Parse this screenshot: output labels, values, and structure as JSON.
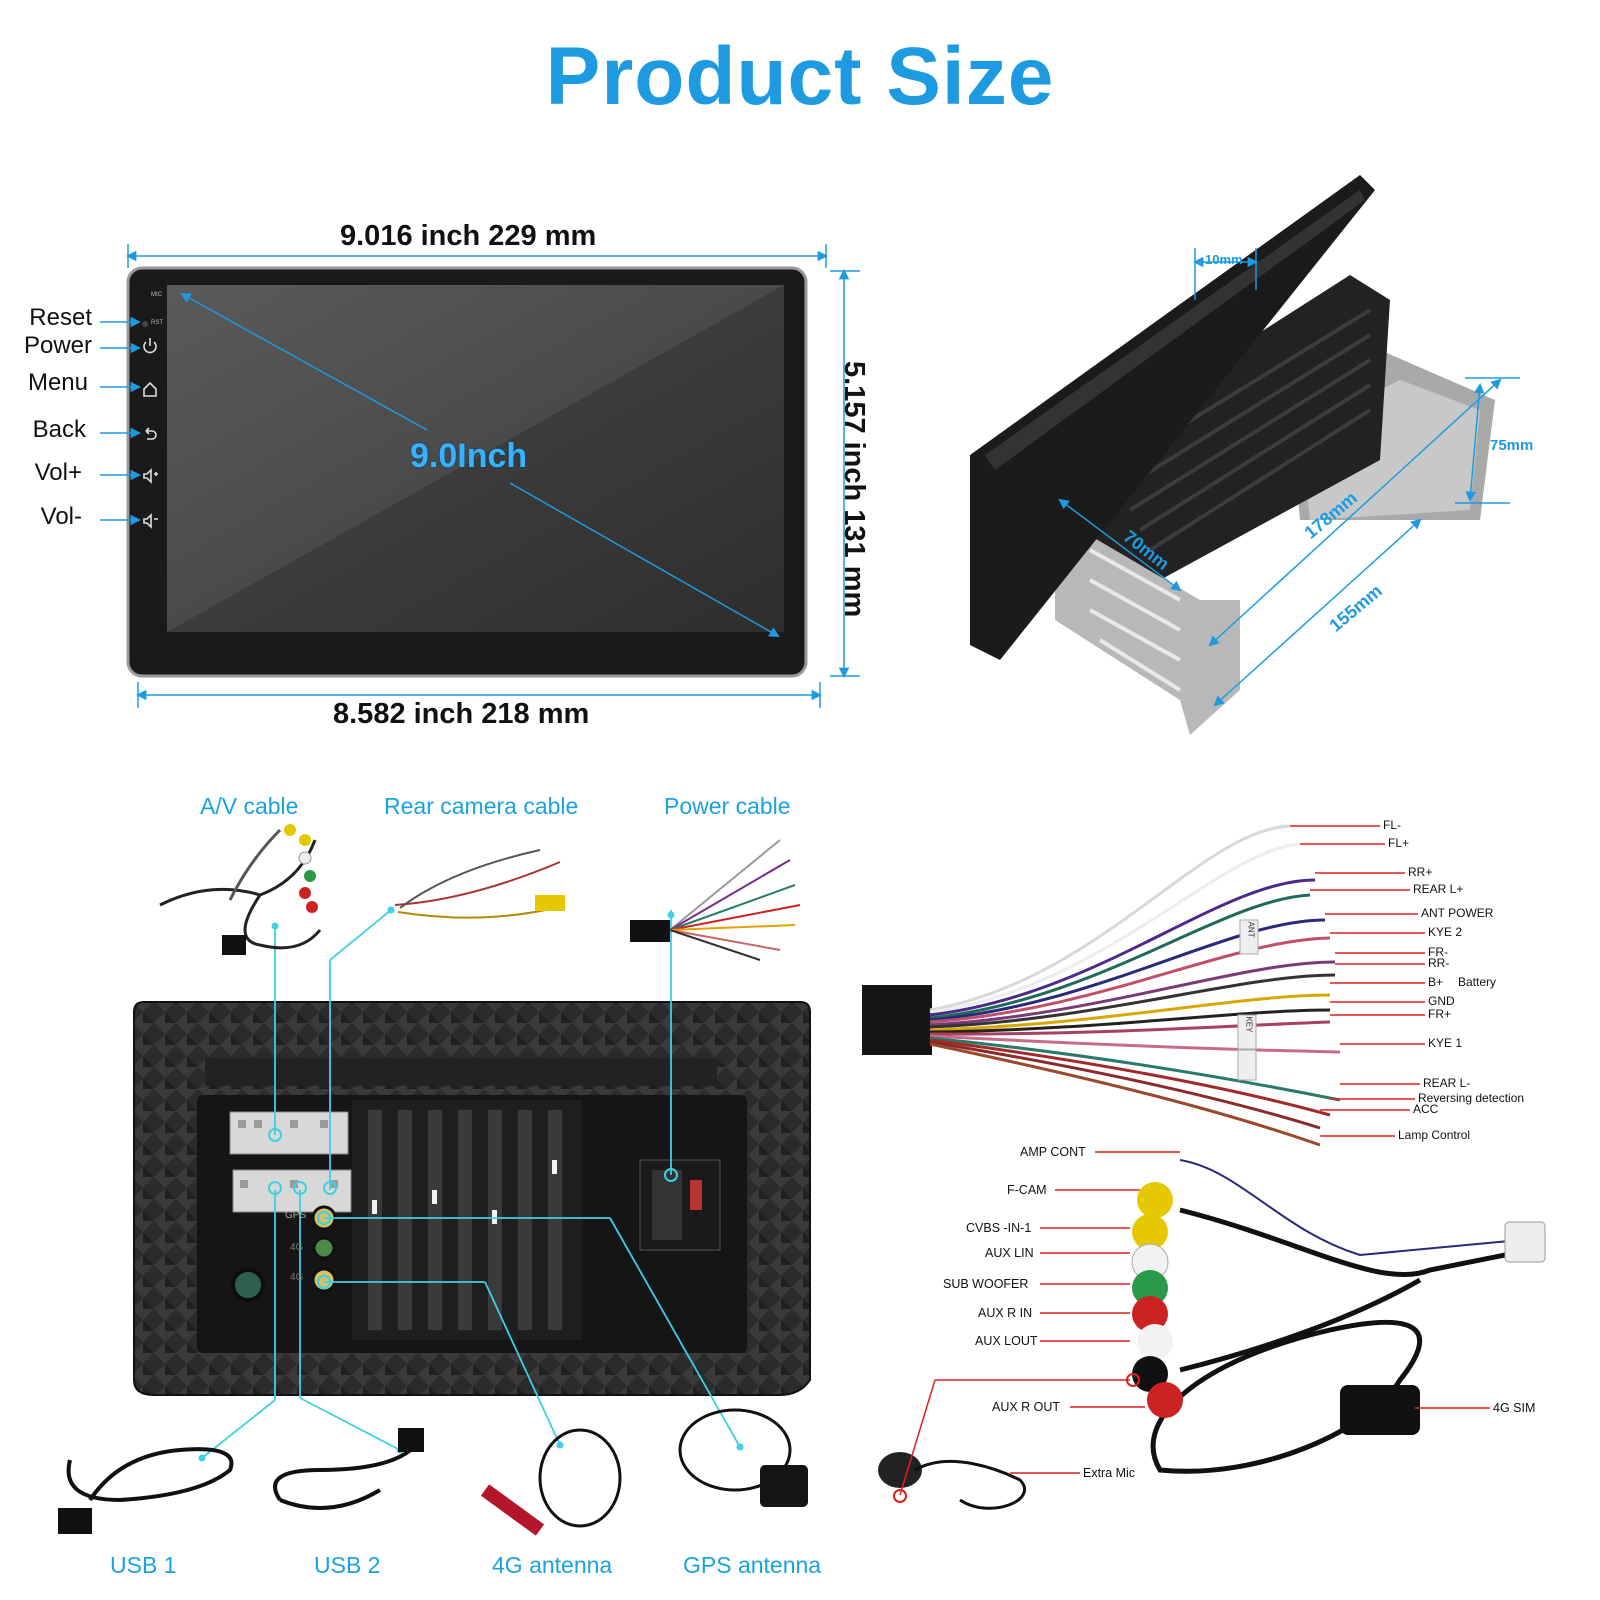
{
  "title": "Product Size",
  "dimensions": {
    "top_width": "9.016 inch 229 mm",
    "bottom_width": "8.582 inch 218 mm",
    "height": "5.157 inch 131 mm",
    "diagonal": "9.0Inch"
  },
  "panel_labels": {
    "mic": "MIC",
    "rst": "RST"
  },
  "side_buttons": [
    {
      "label": "Reset",
      "icon": "reset-dot-icon"
    },
    {
      "label": "Power",
      "icon": "power-icon"
    },
    {
      "label": "Menu",
      "icon": "home-icon"
    },
    {
      "label": "Back",
      "icon": "back-icon"
    },
    {
      "label": "Vol+",
      "icon": "volume-up-icon"
    },
    {
      "label": "Vol-",
      "icon": "volume-down-icon"
    }
  ],
  "side_view": {
    "d1": "10mm",
    "d2": "75mm",
    "d3": "178mm",
    "d4": "70mm",
    "d5": "155mm"
  },
  "cable_captions": {
    "av": "A/V cable",
    "rear_camera": "Rear camera cable",
    "power": "Power cable",
    "usb1": "USB 1",
    "usb2": "USB 2",
    "antenna_4g": "4G antenna",
    "gps": "GPS antenna"
  },
  "back_panel_labels": {
    "gps": "GPS",
    "g4": "4G",
    "g4b": "4G"
  },
  "power_wires": [
    "FL-",
    "FL+",
    "RR+",
    "REAR L+",
    "ANT POWER",
    "KYE 2",
    "FR-",
    "RR-",
    "B+",
    "Battery",
    "GND",
    "FR+",
    "KYE 1",
    "REAR L-",
    "Reversing detection",
    "ACC",
    "Lamp Control"
  ],
  "power_tags": {
    "ant": "ANT",
    "key": "KEY"
  },
  "av_wires": [
    "AMP CONT",
    "F-CAM",
    "CVBS -IN-1",
    "AUX LIN",
    "SUB WOOFER",
    "AUX R IN",
    "AUX LOUT",
    "AUX R OUT",
    "4G SIM",
    "Extra Mic"
  ],
  "colors": {
    "accent": "#1e9be0",
    "leader": "#e01e1e",
    "callout": "#3fd0e6"
  }
}
